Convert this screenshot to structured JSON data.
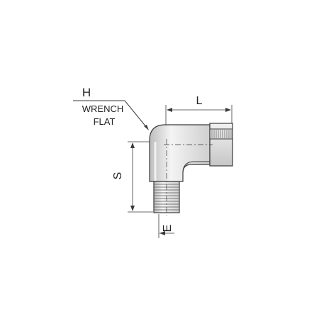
{
  "diagram": {
    "labels": {
      "h": "H",
      "wrench_flat_line1": "WRENCH",
      "wrench_flat_line2": "FLAT",
      "l": "L",
      "s": "S",
      "e": "E"
    },
    "colors": {
      "stroke": "#3a3a3a",
      "body_fill": "#d9d9d9",
      "highlight": "#f3f3f3",
      "thread": "#bdbdbd",
      "text": "#222222"
    }
  }
}
